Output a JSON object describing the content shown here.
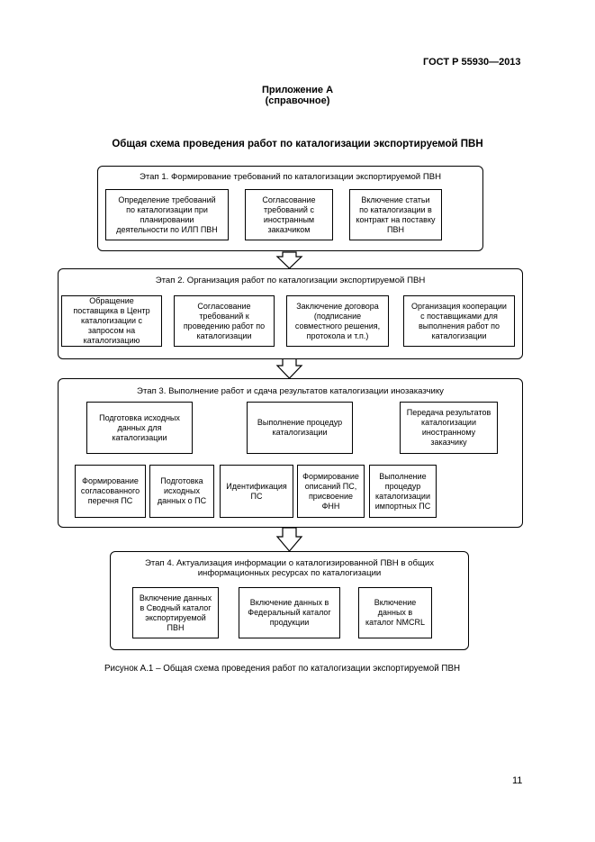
{
  "header": {
    "standard": "ГОСТ Р 55930—2013",
    "appendix": "Приложение А",
    "appendix_type": "(справочное)",
    "title": "Общая схема проведения работ по каталогизации экспортируемой ПВН"
  },
  "stage1": {
    "title": "Этап 1. Формирование требований по каталогизации экспортируемой ПВН",
    "boxes": [
      "Определение требований\nпо каталогизации при\nпланировании\nдеятельности по ИЛП ПВН",
      "Согласование\nтребований  с\nиностранным\nзаказчиком",
      "Включение статьи\nпо каталогизации в\nконтракт на поставку\nПВН"
    ]
  },
  "stage2": {
    "title": "Этап 2. Организация работ по каталогизации экспортируемой ПВН",
    "boxes": [
      "Обращение\nпоставщика в Центр\nкаталогизации с\nзапросом на\nкаталогизацию",
      "Согласование\nтребований к\nпроведению работ по\nкаталогизации",
      "Заключение договора\n(подписание\nсовместного решения,\nпротокола и т.п.)",
      "Организация кооперации\nс поставщиками для\nвыполнения работ по\nкаталогизации"
    ]
  },
  "stage3": {
    "title": "Этап 3. Выполнение работ и сдача результатов каталогизации инозаказчику",
    "top_boxes": [
      "Подготовка исходных\nданных для\nкаталогизации",
      "Выполнение процедур\nкаталогизации",
      "Передача результатов\nкаталогизации\nиностранному\nзаказчику"
    ],
    "left_sub": [
      "Формирование\nсогласованного\nперечня ПС",
      "Подготовка\nисходных\nданных о ПС"
    ],
    "center_sub": [
      "Идентификация\nПС",
      "Формирование\nописаний ПС,\nприсвоение\nФНН",
      "Выполнение\nпроцедур\nкаталогизации\nимпортных ПС"
    ]
  },
  "stage4": {
    "title": "Этап 4. Актуализация информации о каталогизированной ПВН в общих\nинформационных ресурсах по каталогизации",
    "boxes": [
      "Включение данных\nв Сводный каталог\nэкспортируемой\nПВН",
      "Включение данных в\nФедеральный  каталог\nпродукции",
      "Включение\nданных в\nкаталог NMCRL"
    ]
  },
  "caption": "Рисунок А.1 – Общая схема проведения работ по каталогизации экспортируемой ПВН",
  "page_number": "11"
}
